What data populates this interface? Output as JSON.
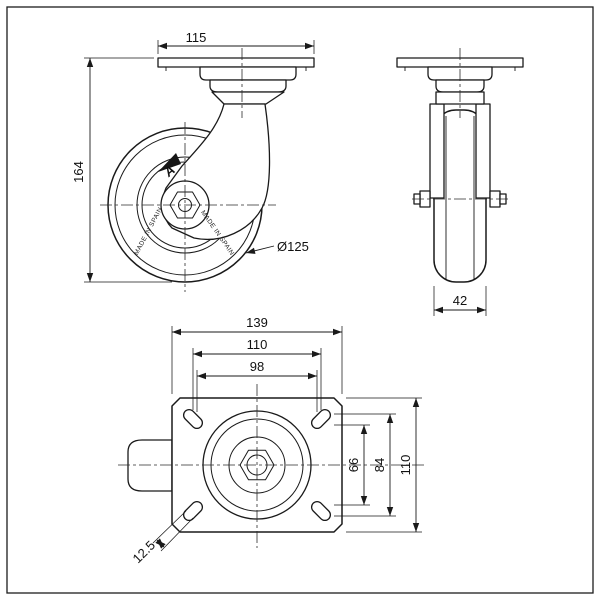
{
  "meta": {
    "background_color": "#ffffff",
    "line_color": "#1a1a1a"
  },
  "front_view": {
    "dim_plate_width": "115",
    "dim_overall_height": "164",
    "dim_wheel_diameter": "Ø125",
    "wheel_marking_left": "MADE IN SPAIN",
    "wheel_marking_right": "MADE IN SPAIN",
    "brand_logo": "A"
  },
  "side_view": {
    "dim_wheel_width": "42"
  },
  "top_view": {
    "dim_plate_length": "139",
    "dim_bolt_span_long_outer": "110",
    "dim_bolt_span_long_inner": "98",
    "dim_bolt_span_short_inner": "66",
    "dim_bolt_span_short_outer": "84",
    "dim_plate_width": "110",
    "dim_slot_width": "12.5"
  }
}
